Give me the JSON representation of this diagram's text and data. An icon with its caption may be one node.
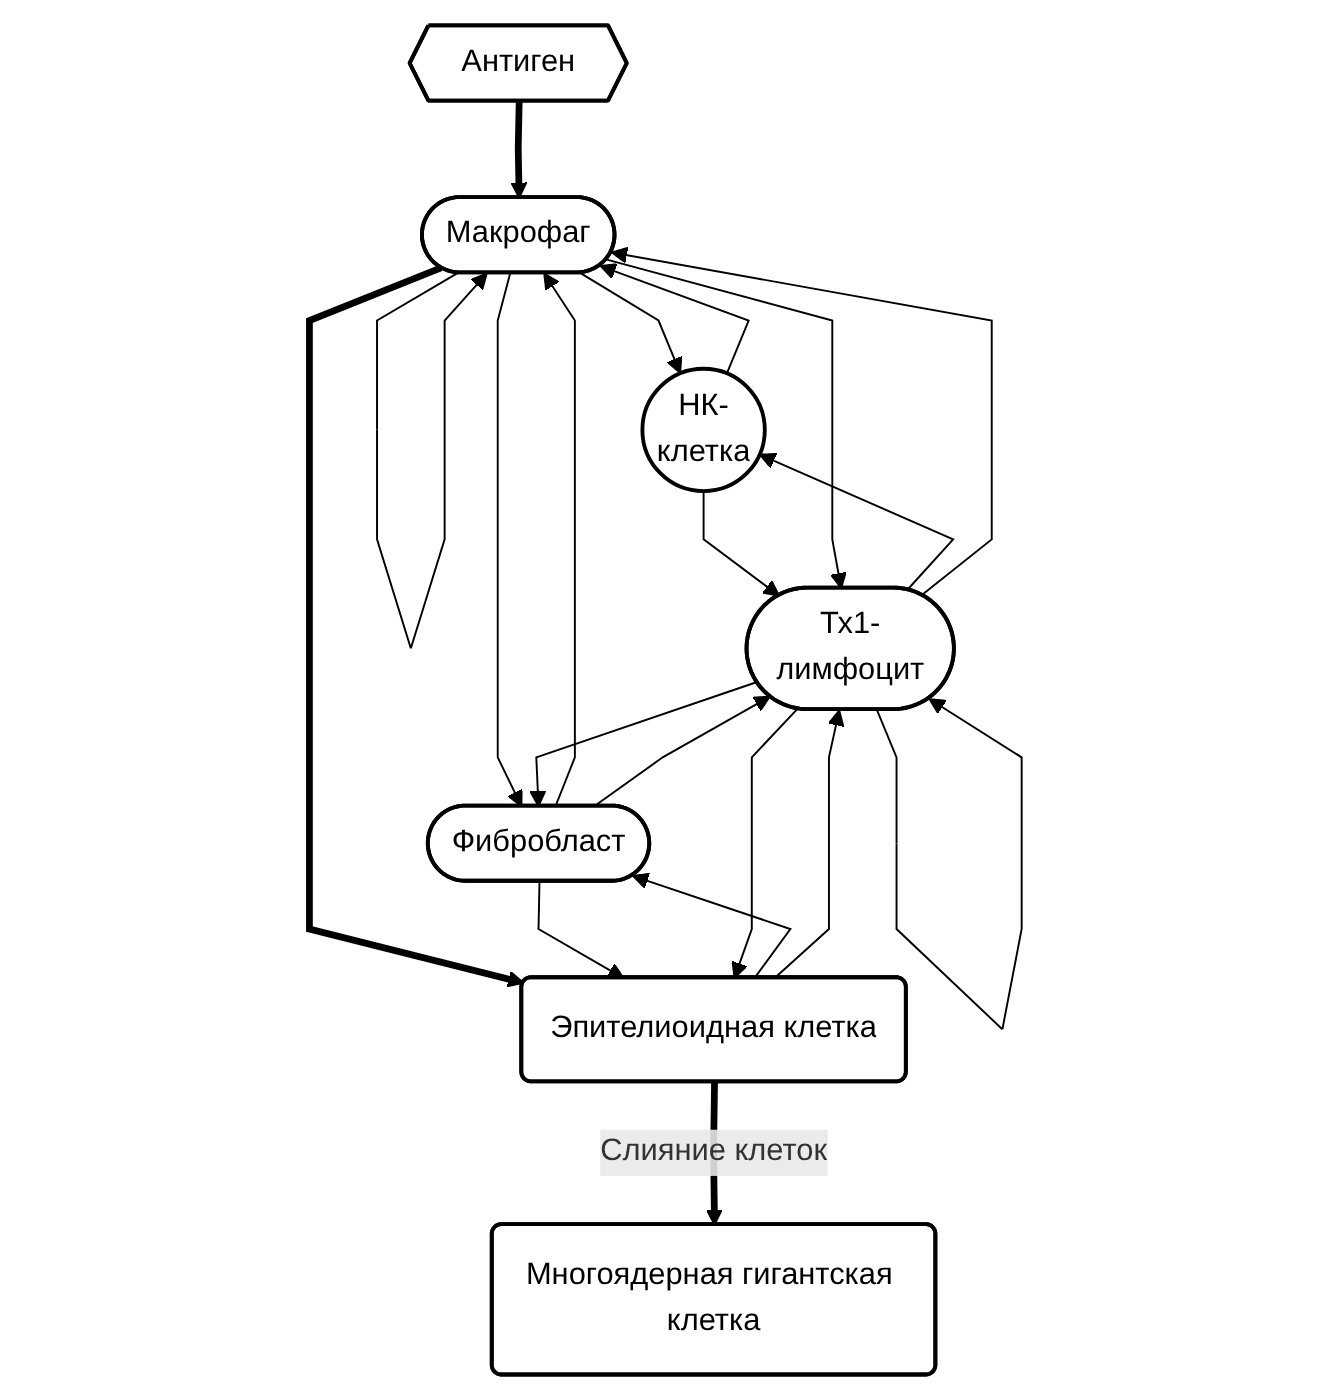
{
  "diagram": {
    "nodes": [
      {
        "text": [
          "Антиген"
        ]
      },
      {
        "text": [
          "НК-",
          "клетка"
        ]
      },
      {
        "text": [
          "Макрофаг"
        ]
      },
      {
        "text": [
          "Тх1-",
          "лимфоцит"
        ]
      },
      {
        "text": [
          "Фибробласт"
        ]
      },
      {
        "text": [
          "Эпителиоидная клетка"
        ]
      },
      {
        "text": [
          "Многоядерная гигантская клетка"
        ]
      }
    ],
    "edges": [
      {
        "from": 0,
        "to": 2,
        "arrow": "to",
        "style": "thick"
      },
      {
        "from": 2,
        "to": 1,
        "arrow": "to"
      },
      {
        "from": 1,
        "to": 2,
        "arrow": "to"
      },
      {
        "from": 3,
        "to": 1,
        "arrow": "to"
      },
      {
        "from": 1,
        "to": 3,
        "arrow": "to"
      },
      {
        "from": 3,
        "to": 3,
        "arrow": "to"
      },
      {
        "from": 2,
        "to": 2,
        "arrow": "to"
      },
      {
        "from": 2,
        "to": 3,
        "arrow": "to"
      },
      {
        "from": 3,
        "to": 2,
        "arrow": "to"
      },
      {
        "from": 4,
        "to": 2,
        "arrow": "to"
      },
      {
        "from": 2,
        "to": 4,
        "arrow": "to"
      },
      {
        "from": 3,
        "to": 4,
        "arrow": "to"
      },
      {
        "from": 4,
        "to": 3,
        "arrow": "to"
      },
      {
        "from": 2,
        "to": 5,
        "arrow": "to",
        "style": "thick"
      },
      {
        "from": 4,
        "to": 5,
        "arrow": "to"
      },
      {
        "from": 5,
        "to": 4,
        "arrow": "to"
      },
      {
        "from": 5,
        "to": 3,
        "arrow": "to"
      },
      {
        "from": 3,
        "to": 5,
        "arrow": "to"
      },
      {
        "from": 5,
        "to": 6,
        "arrow": "to",
        "style": "thick",
        "label": "Слияние клеток"
      }
    ]
  }
}
